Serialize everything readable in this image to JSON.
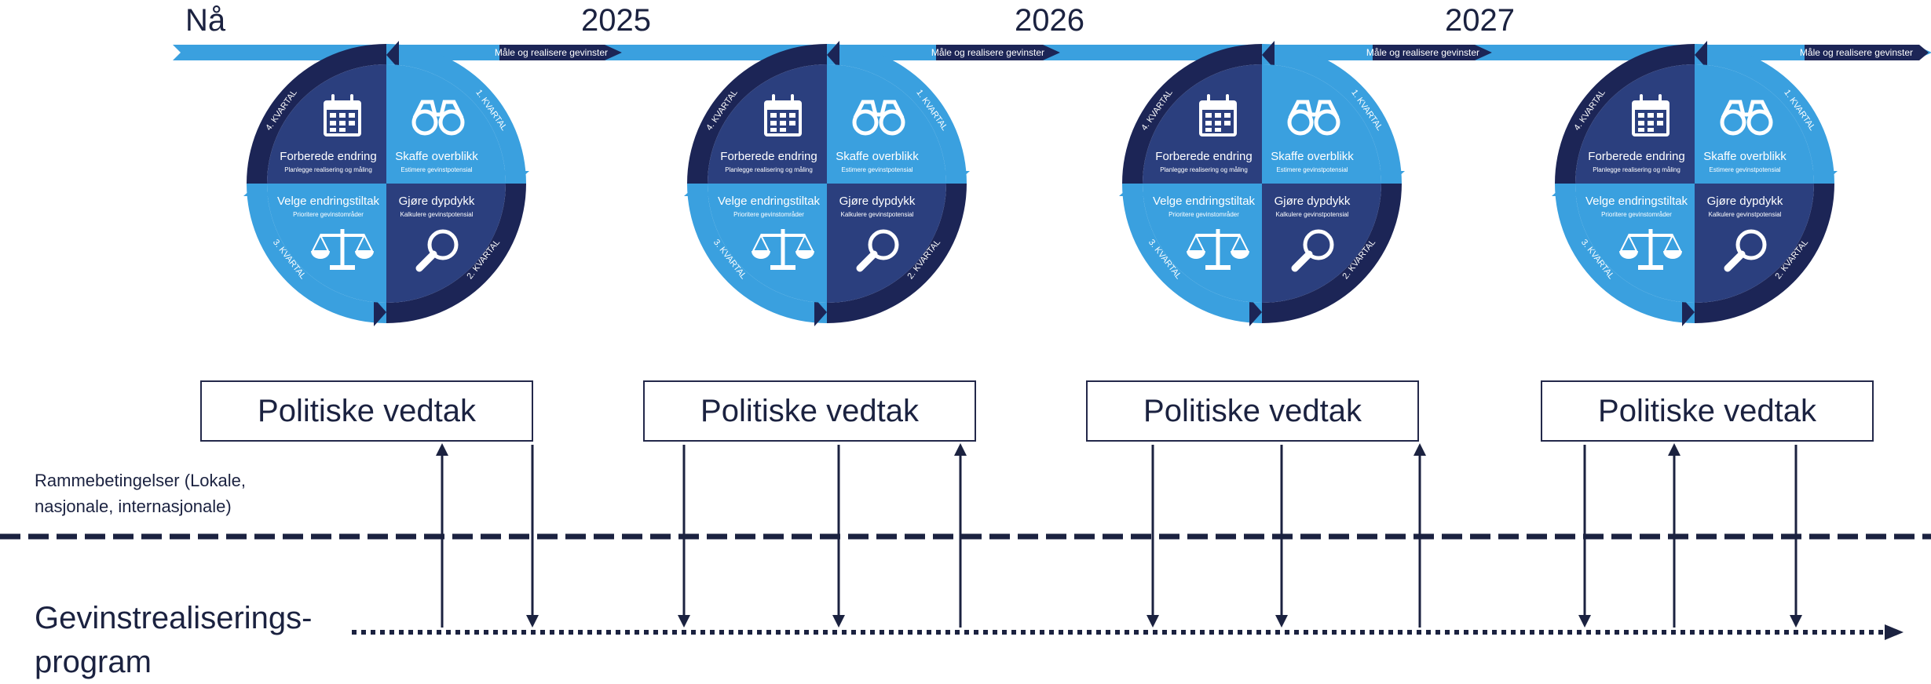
{
  "timeline": {
    "now_label": "Nå",
    "years": [
      "2025",
      "2026",
      "2027"
    ],
    "arrow_text": "Måle og realisere gevinster"
  },
  "cycle": {
    "quarters": [
      "1. KVARTAL",
      "2. KVARTAL",
      "3. KVARTAL",
      "4. KVARTAL"
    ],
    "steps": {
      "prepare": {
        "title": "Forberede endring",
        "subtitle": "Planlegge realisering og måling"
      },
      "overview": {
        "title": "Skaffe overblikk",
        "subtitle": "Estimere gevinstpotensial"
      },
      "choose": {
        "title": "Velge endringstiltak",
        "subtitle": "Prioritere gevinstområder"
      },
      "deepdive": {
        "title": "Gjøre dypdykk",
        "subtitle": "Kalkulere gevinstpotensial"
      }
    }
  },
  "decisions": {
    "label": "Politiske vedtak"
  },
  "framework": {
    "label": "Rammebetingelser (Lokale, nasjonale, internasjonale)"
  },
  "program": {
    "label_line1": "Gevinstrealiserings-",
    "label_line2": "program"
  },
  "colors": {
    "light_blue": "#3aa0df",
    "dark_blue": "#2b3f7e",
    "navy": "#1c2556",
    "ring": "#20285a",
    "line": "#1b2240"
  },
  "icons": [
    "calendar-icon",
    "binoculars-icon",
    "scales-icon",
    "magnifier-icon"
  ]
}
